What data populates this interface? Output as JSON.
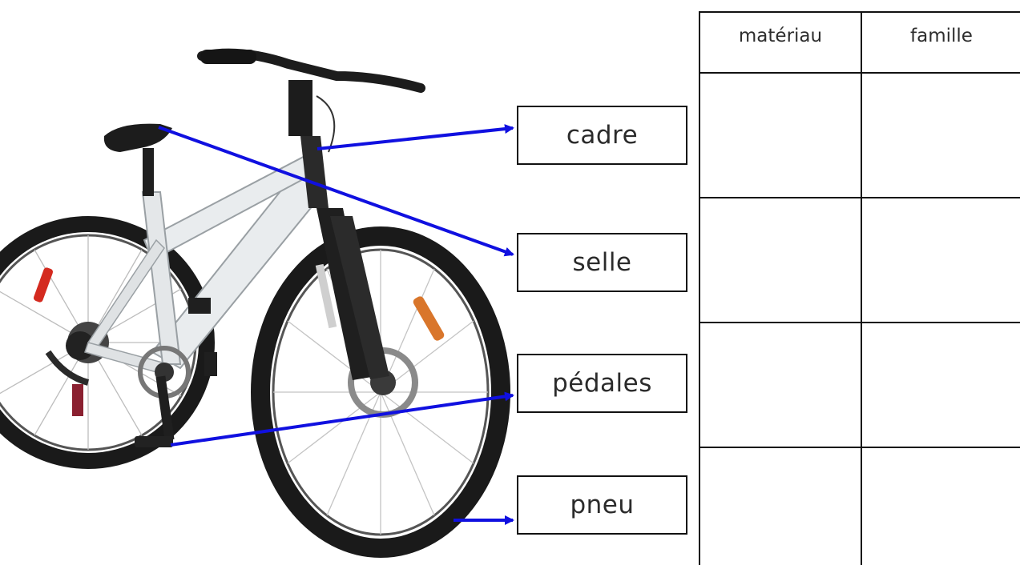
{
  "labels": {
    "cadre": "cadre",
    "selle": "selle",
    "pedales": "pédales",
    "pneu": "pneu"
  },
  "table": {
    "headers": [
      "matériau",
      "famille"
    ],
    "rows": [
      [
        "",
        ""
      ],
      [
        "",
        ""
      ],
      [
        "",
        ""
      ],
      [
        "",
        ""
      ]
    ]
  },
  "colors": {
    "arrow": "#1010e0",
    "frame": "#e9ecee",
    "tire": "#1a1a1a",
    "reflector_front": "#d9762b",
    "reflector_rear": "#d42a1f",
    "border": "#111111"
  }
}
